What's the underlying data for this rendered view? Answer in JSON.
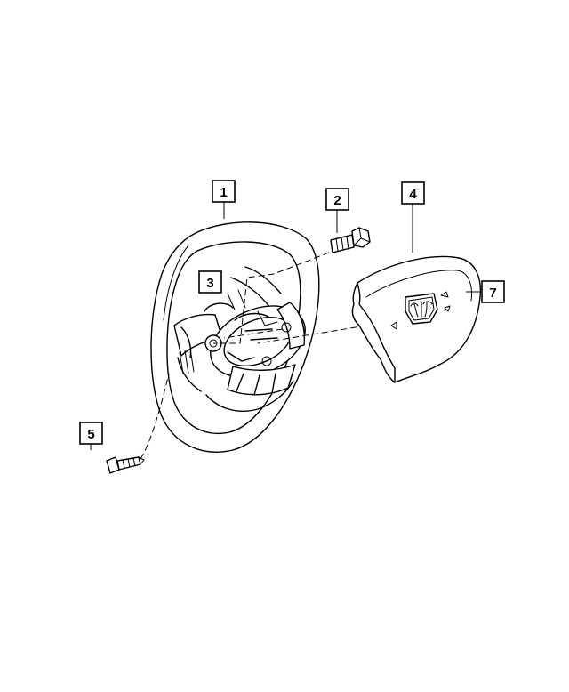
{
  "callouts": {
    "steering_wheel": "1",
    "bolt": "2",
    "wheel_component": "3",
    "airbag_module": "4",
    "screw": "5",
    "airbag_cover": "7"
  },
  "colors": {
    "line": "#000000",
    "background": "#ffffff"
  },
  "icons": {
    "logo": "ram-head-logo-icon"
  }
}
